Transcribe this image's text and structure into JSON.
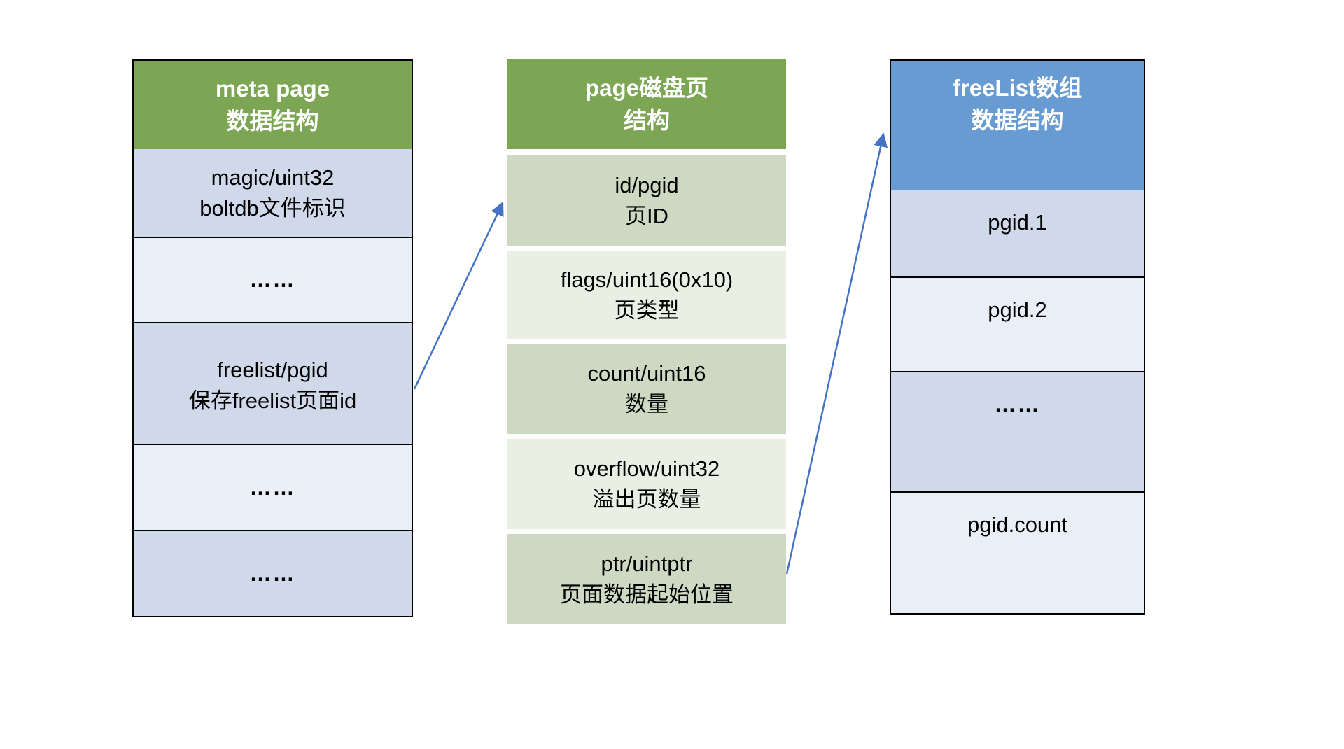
{
  "meta_column": {
    "title_line1": "meta page",
    "title_line2": "数据结构",
    "rows": [
      {
        "line1": "magic/uint32",
        "line2": "boltdb文件标识"
      },
      {
        "line1": "……"
      },
      {
        "line1": "freelist/pgid",
        "line2": "保存freelist页面id"
      },
      {
        "line1": "……"
      },
      {
        "line1": "……"
      }
    ]
  },
  "page_column": {
    "title_line1": "page磁盘页",
    "title_line2": "结构",
    "rows": [
      {
        "line1": "id/pgid",
        "line2": "页ID"
      },
      {
        "line1": "flags/uint16(0x10)",
        "line2": "页类型"
      },
      {
        "line1": "count/uint16",
        "line2": "数量"
      },
      {
        "line1": "overflow/uint32",
        "line2": "溢出页数量"
      },
      {
        "line1": "ptr/uintptr",
        "line2": "页面数据起始位置"
      }
    ]
  },
  "freelist_column": {
    "title_line1": "freeList数组",
    "title_line2": "数据结构",
    "rows": [
      {
        "line1": "pgid.1"
      },
      {
        "line1": "pgid.2"
      },
      {
        "line1": "……"
      },
      {
        "line1": "pgid.count"
      }
    ]
  },
  "arrows": [
    {
      "from": "meta freelist/pgid row",
      "to": "page column top-left"
    },
    {
      "from": "page ptr/uintptr row",
      "to": "freeList header left edge"
    }
  ],
  "colors": {
    "green_header": "#7CA653",
    "blue_header": "#689BD2",
    "row_blue_dark": "#CFD9EA",
    "row_blue_light": "#E9EEF7",
    "row_green_dark": "#CDD9C2",
    "row_green_light": "#E9EFE3",
    "arrow_blue": "#4472C4"
  }
}
